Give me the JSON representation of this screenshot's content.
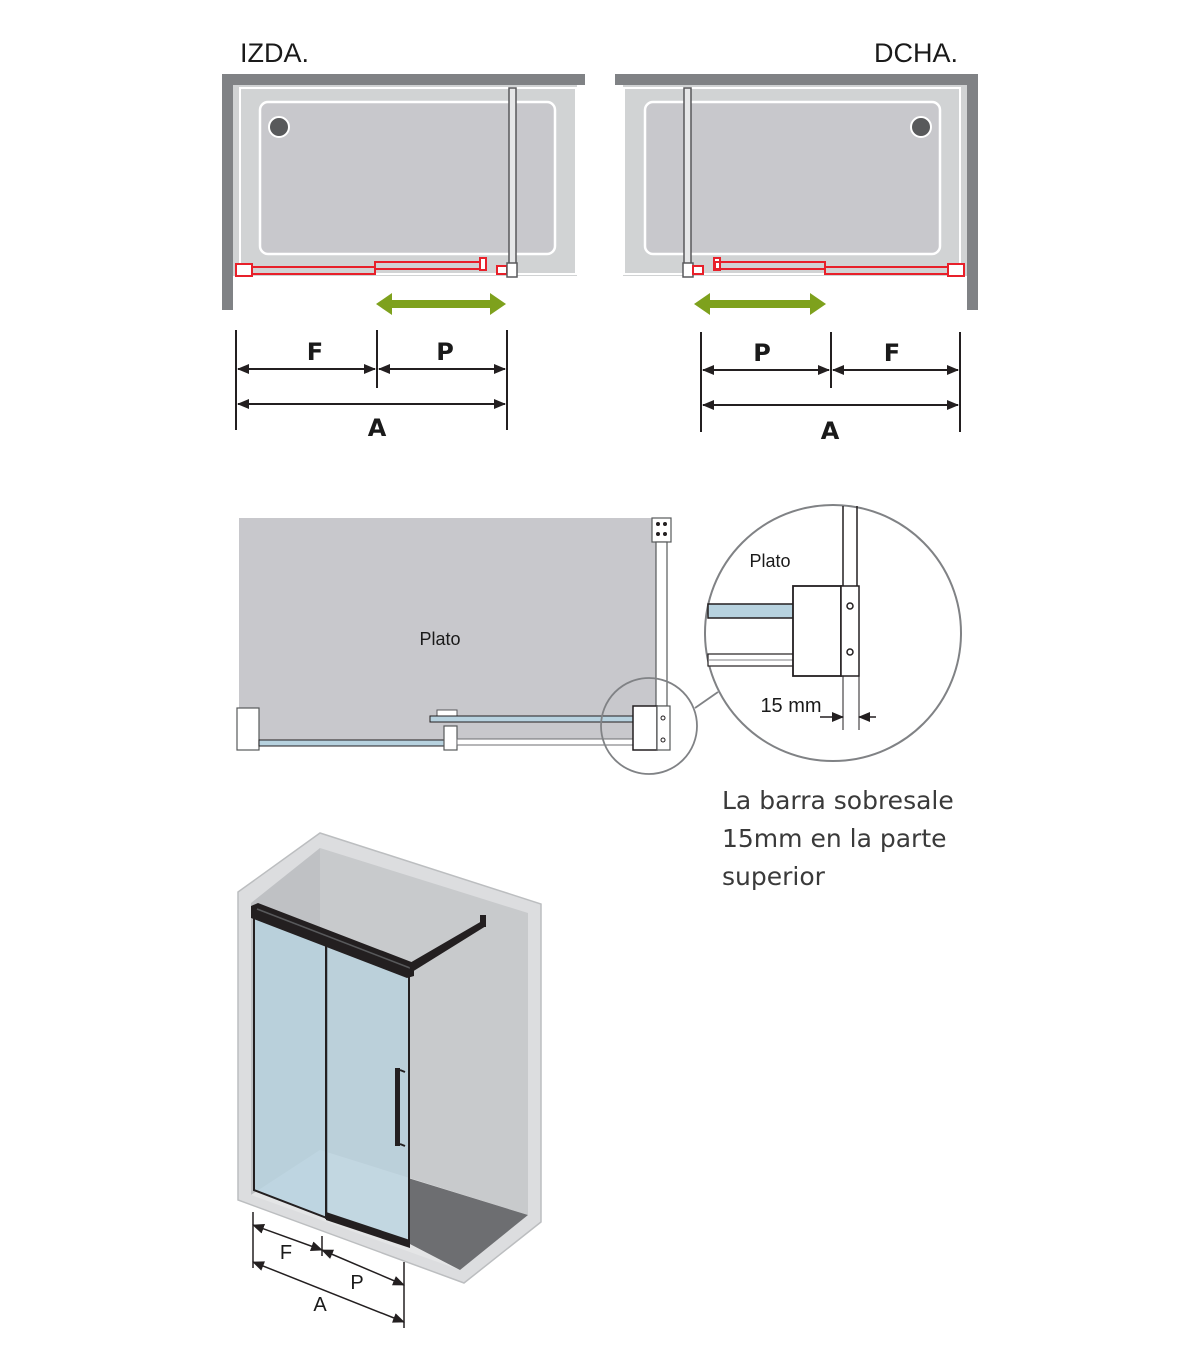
{
  "top_left": {
    "side_label": "IZDA.",
    "dim_f": "F",
    "dim_p": "P",
    "dim_a": "A"
  },
  "top_right": {
    "side_label": "DCHA.",
    "dim_p": "P",
    "dim_f": "F",
    "dim_a": "A"
  },
  "plan": {
    "tray_label": "Plato"
  },
  "detail": {
    "tray_label": "Plato",
    "measure": "15 mm"
  },
  "note": {
    "lines": [
      "La barra sobresale",
      "15mm en la parte",
      "superior"
    ]
  },
  "iso": {
    "dim_f": "F",
    "dim_p": "P",
    "dim_a": "A"
  },
  "colors": {
    "wall": "#808285",
    "tray": "#c8c8cc",
    "rail": "#e8202a",
    "arrow": "#7ea11d",
    "glass": "#b7d2df",
    "floor": "#6d6e71"
  }
}
